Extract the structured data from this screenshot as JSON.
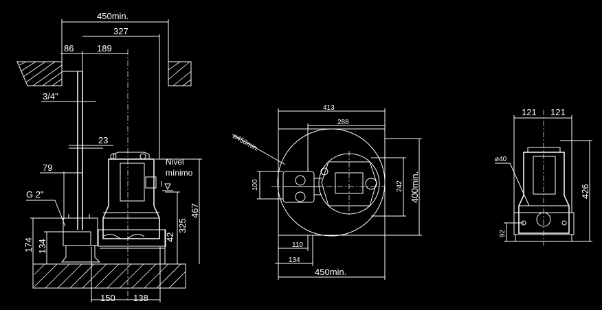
{
  "colors": {
    "background": "#000000",
    "lines": "#ffffff"
  },
  "side_view": {
    "dim_450min": "450min.",
    "dim_327": "327",
    "dim_86": "86",
    "dim_189": "189",
    "pipe_thread": "3/4\"",
    "dim_23": "23",
    "dim_79": "79",
    "outlet": "G 2\"",
    "level_line1": "Nivel",
    "level_line2": "mínimo",
    "dim_42": "42",
    "dim_325": "325",
    "dim_467": "467",
    "dim_174": "174",
    "dim_134": "134",
    "dim_150": "150",
    "dim_138": "138"
  },
  "top_view": {
    "dim_413": "413",
    "dim_288": "288",
    "dim_diam450": "ø450min.",
    "dim_100": "100",
    "dim_242": "242",
    "dim_400min": "400min.",
    "dim_110": "110",
    "dim_134": "134",
    "dim_450min": "450min."
  },
  "front_view": {
    "dim_121a": "121",
    "dim_121b": "121",
    "dim_diam40": "ø40",
    "dim_426": "426",
    "dim_92": "92"
  }
}
